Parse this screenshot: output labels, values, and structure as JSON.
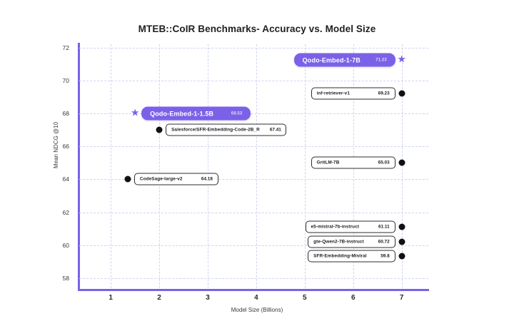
{
  "chart_data": {
    "type": "scatter",
    "title": "MTEB::CoIR Benchmarks- Accuracy vs. Model Size",
    "xlabel": "Model Size (Billions)",
    "ylabel": "Mean NDCG @10",
    "xlim": [
      0.35,
      7.55
    ],
    "ylim": [
      57.4,
      72.2
    ],
    "xticks": [
      "1",
      "2",
      "3",
      "4",
      "5",
      "6",
      "7"
    ],
    "yticks": [
      "58",
      "60",
      "62",
      "64",
      "66",
      "68",
      "70",
      "72"
    ],
    "grid": true,
    "legend": "none",
    "accent_color": "#7b61e8",
    "marker_color": "#111111",
    "points": [
      {
        "name": "Qodo-Embed-1-7B",
        "x": 7.0,
        "y": 71.23,
        "value_label": "71.23",
        "marker": "star",
        "highlight": true,
        "label_side": "left"
      },
      {
        "name": "inf-retriever-v1",
        "x": 7.0,
        "y": 69.23,
        "value_label": "69.23",
        "marker": "dot",
        "highlight": false,
        "label_side": "left"
      },
      {
        "name": "Qodo-Embed-1-1.5B",
        "x": 1.5,
        "y": 68.0,
        "value_label": "68.53",
        "marker": "star",
        "highlight": true,
        "label_side": "right"
      },
      {
        "name": "Salesforce/SFR-Embedding-Code-2B_R",
        "x": 2.0,
        "y": 67.0,
        "value_label": "67.41",
        "marker": "dot",
        "highlight": false,
        "label_side": "right"
      },
      {
        "name": "GritLM-7B",
        "x": 7.0,
        "y": 65.03,
        "value_label": "65.03",
        "marker": "dot",
        "highlight": false,
        "label_side": "left"
      },
      {
        "name": "CodeSage-large-v2",
        "x": 1.35,
        "y": 64.0,
        "value_label": "64.18",
        "marker": "dot",
        "highlight": false,
        "label_side": "right"
      },
      {
        "name": "e5-mistral-7b-instruct",
        "x": 7.0,
        "y": 61.11,
        "value_label": "61.11",
        "marker": "dot",
        "highlight": false,
        "label_side": "left"
      },
      {
        "name": "gte-Qwen2-7B-instruct",
        "x": 7.0,
        "y": 60.2,
        "value_label": "60.72",
        "marker": "dot",
        "highlight": false,
        "label_side": "left"
      },
      {
        "name": "SFR-Embedding-Mistral",
        "x": 7.0,
        "y": 59.35,
        "value_label": "59.8",
        "marker": "dot",
        "highlight": false,
        "label_side": "left"
      }
    ]
  }
}
